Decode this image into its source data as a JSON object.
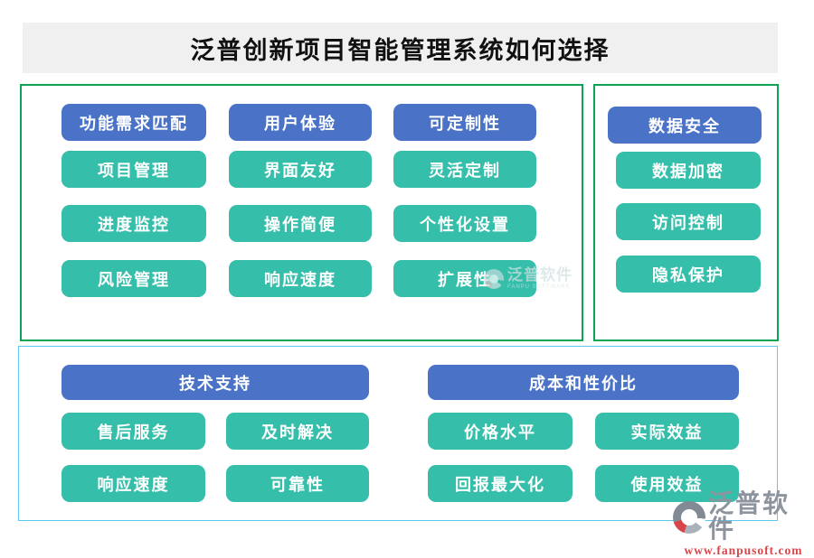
{
  "title": "泛普创新项目智能管理系统如何选择",
  "colors": {
    "header_blue": "#4a72c6",
    "item_teal": "#35bfaa",
    "panel_border_green": "#0da355",
    "panel_border_blue": "#5bc6ef",
    "title_bg": "#f0f0f0",
    "title_text": "#111111",
    "button_text": "#ffffff",
    "brand_gray": "#8d949e",
    "brand_red": "#d9464a"
  },
  "groups": [
    {
      "header": "功能需求匹配",
      "items": [
        "项目管理",
        "进度监控",
        "风险管理"
      ]
    },
    {
      "header": "用户体验",
      "items": [
        "界面友好",
        "操作简便",
        "响应速度"
      ]
    },
    {
      "header": "可定制性",
      "items": [
        "灵活定制",
        "个性化设置",
        "扩展性"
      ]
    },
    {
      "header": "数据安全",
      "items": [
        "数据加密",
        "访问控制",
        "隐私保护"
      ]
    },
    {
      "header": "技术支持",
      "items": [
        "售后服务",
        "及时解决",
        "响应速度",
        "可靠性"
      ]
    },
    {
      "header": "成本和性价比",
      "items": [
        "价格水平",
        "实际效益",
        "回报最大化",
        "使用效益"
      ]
    }
  ],
  "watermark": {
    "text": "泛普软件",
    "subtext": "FANPU SOFTWARE"
  },
  "footer": {
    "brand": "泛普软件",
    "url": "www.fanpusoft.com"
  }
}
